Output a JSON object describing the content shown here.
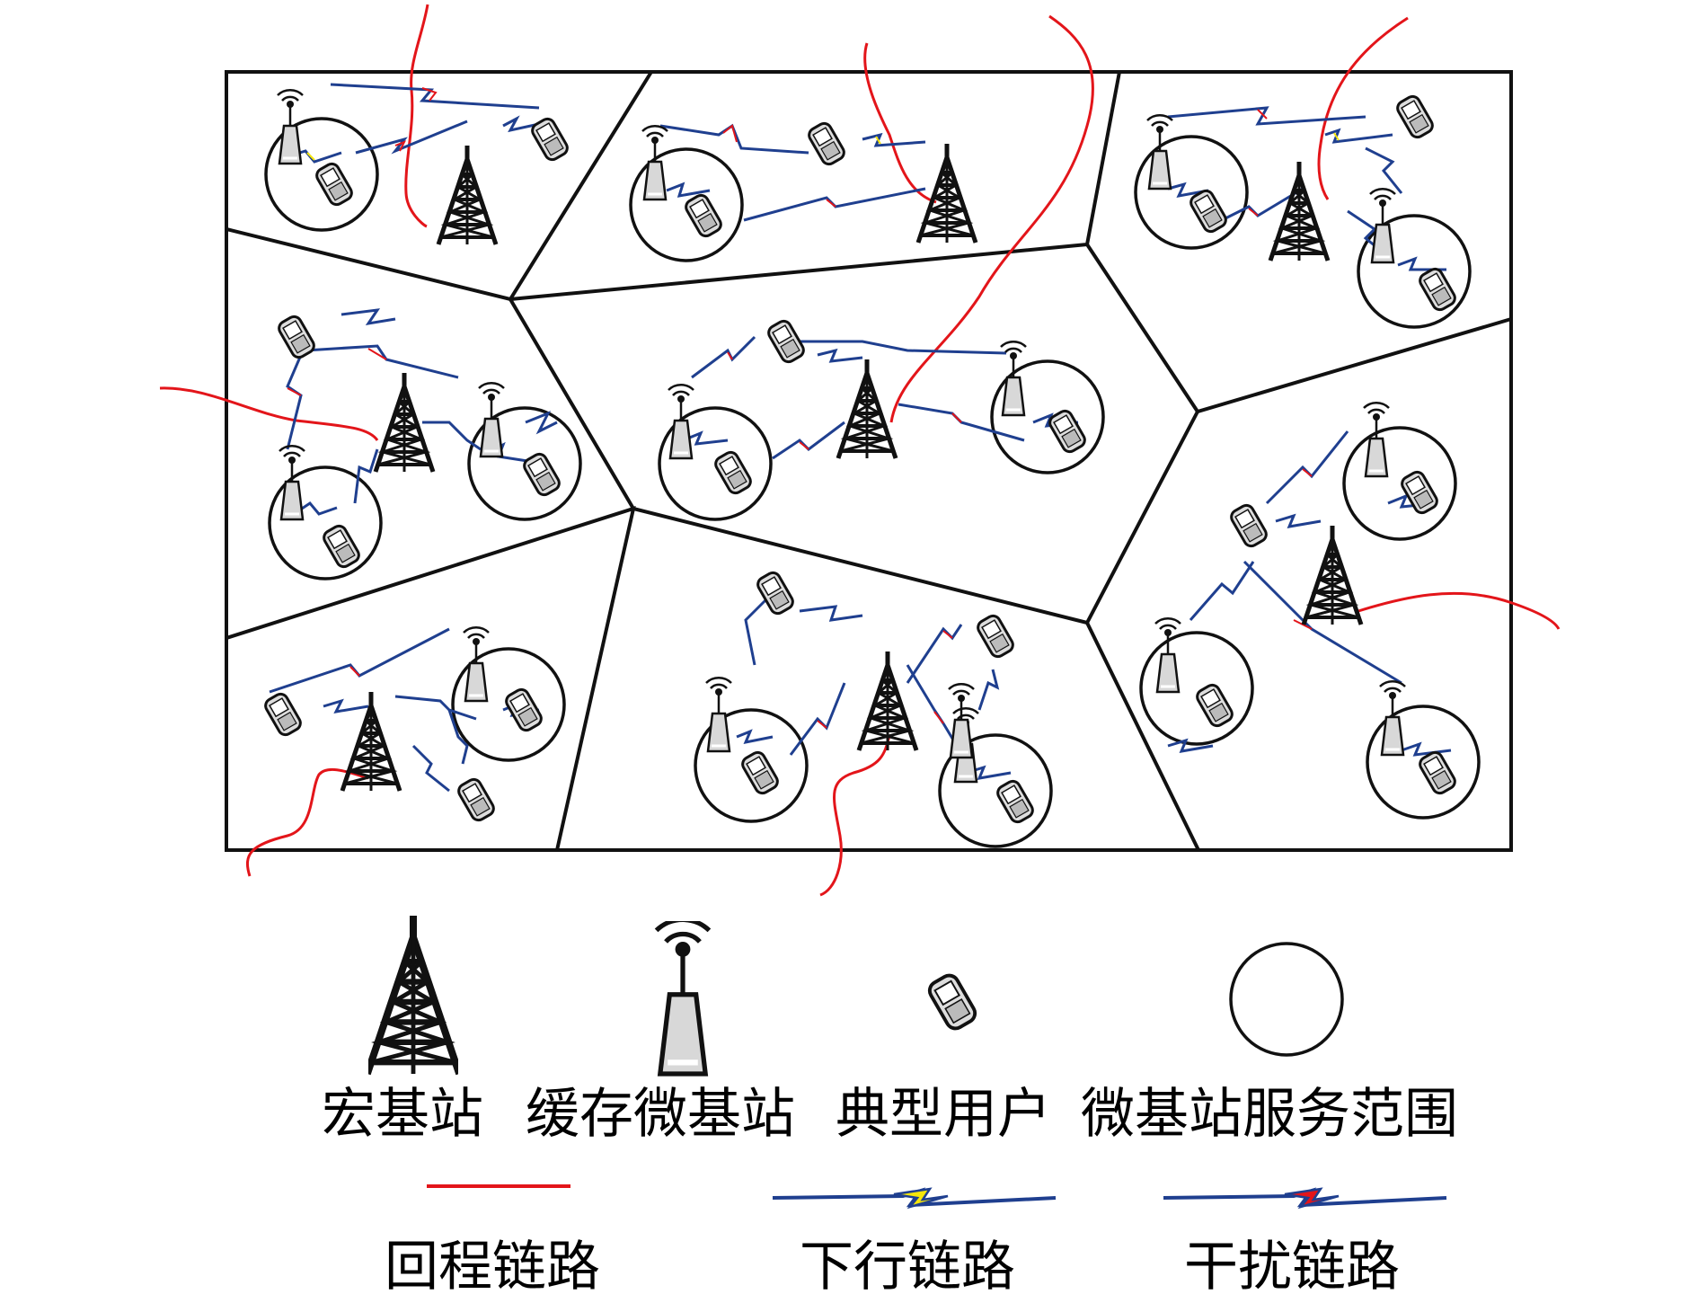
{
  "legend": {
    "macro_bs": "宏基站",
    "cache_small_bs": "缓存微基站",
    "typical_user": "典型用户",
    "small_bs_range": "微基站服务范围",
    "backhaul_link": "回程链路",
    "downlink": "下行链路",
    "interference_link": "干扰链路"
  },
  "colors": {
    "backhaul": "#e3151a",
    "link_blue": "#1f3f8f",
    "downlink_fill": "#f5e60a",
    "interference_fill": "#e3151a",
    "outline": "#111111"
  }
}
